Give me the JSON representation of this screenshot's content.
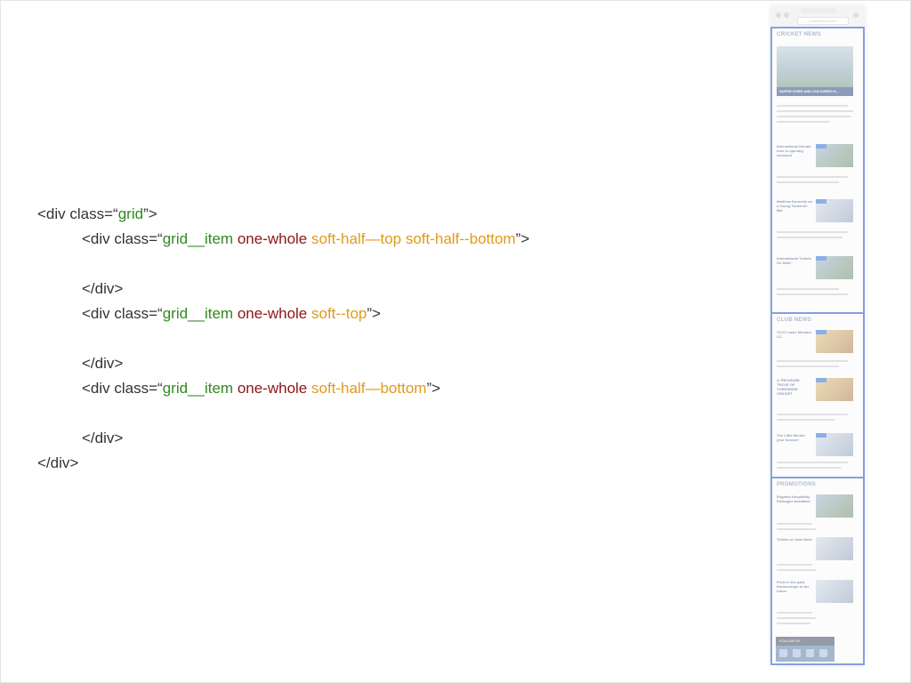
{
  "code": {
    "lines": [
      {
        "indent": 0,
        "parts": [
          {
            "t": "<div class=“"
          },
          {
            "t": "grid",
            "c": "green"
          },
          {
            "t": "”>"
          }
        ]
      },
      {
        "indent": 1,
        "parts": [
          {
            "t": "<div class=“"
          },
          {
            "t": "grid__item",
            "c": "green"
          },
          {
            "t": " "
          },
          {
            "t": "one-whole",
            "c": "red"
          },
          {
            "t": " "
          },
          {
            "t": "soft-half—top soft-half--bottom",
            "c": "orange"
          },
          {
            "t": "”>"
          }
        ]
      },
      {
        "indent": 1,
        "gap": true,
        "parts": []
      },
      {
        "indent": 1,
        "parts": [
          {
            "t": "</div>"
          }
        ]
      },
      {
        "indent": 1,
        "parts": [
          {
            "t": "<div class=“"
          },
          {
            "t": "grid__item",
            "c": "green"
          },
          {
            "t": " "
          },
          {
            "t": "one-whole",
            "c": "red"
          },
          {
            "t": " "
          },
          {
            "t": "soft--top",
            "c": "orange"
          },
          {
            "t": "”>"
          }
        ]
      },
      {
        "indent": 1,
        "gap": true,
        "parts": []
      },
      {
        "indent": 1,
        "parts": [
          {
            "t": "</div>"
          }
        ]
      },
      {
        "indent": 1,
        "parts": [
          {
            "t": "<div class=“"
          },
          {
            "t": "grid__item",
            "c": "green"
          },
          {
            "t": " "
          },
          {
            "t": "one-whole",
            "c": "red"
          },
          {
            "t": " "
          },
          {
            "t": "soft-half—bottom",
            "c": "orange"
          },
          {
            "t": "”>"
          }
        ]
      },
      {
        "indent": 1,
        "gap": true,
        "parts": []
      },
      {
        "indent": 1,
        "parts": [
          {
            "t": "</div>"
          }
        ]
      },
      {
        "indent": 0,
        "parts": [
          {
            "t": "</div>"
          }
        ]
      }
    ]
  },
  "mockup": {
    "url": "yorkshireccc.com",
    "sections": {
      "cricket": {
        "title": "CRICKET NEWS",
        "hero_caption": "SUPER OVER AND COLOURED K..."
      },
      "club": {
        "title": "CLUB NEWS"
      },
      "promotions": {
        "title": "PROMOTIONS",
        "follow": "FOLLOW US"
      }
    },
    "items": {
      "cricket": [
        "International friends over in opening weekend",
        "Matthew Donnelly on a Young Yorkshire Bat",
        "International Tickets On Sale!"
      ],
      "club": [
        "YCCC make Member CC",
        "A TREASURE TROVE OF YORKSHIRE CRICKET",
        "The Little Mental your honour!"
      ],
      "promotions": [
        "England Hospitality Packages Available!",
        "Tickets on Sale Now!",
        "Pride in the past, Partnerships of the future"
      ]
    }
  },
  "colors": {
    "token_green": "#2f8a1f",
    "token_red": "#8b1616",
    "token_orange": "#e09a1c",
    "highlight_border": "#1d56c8"
  }
}
